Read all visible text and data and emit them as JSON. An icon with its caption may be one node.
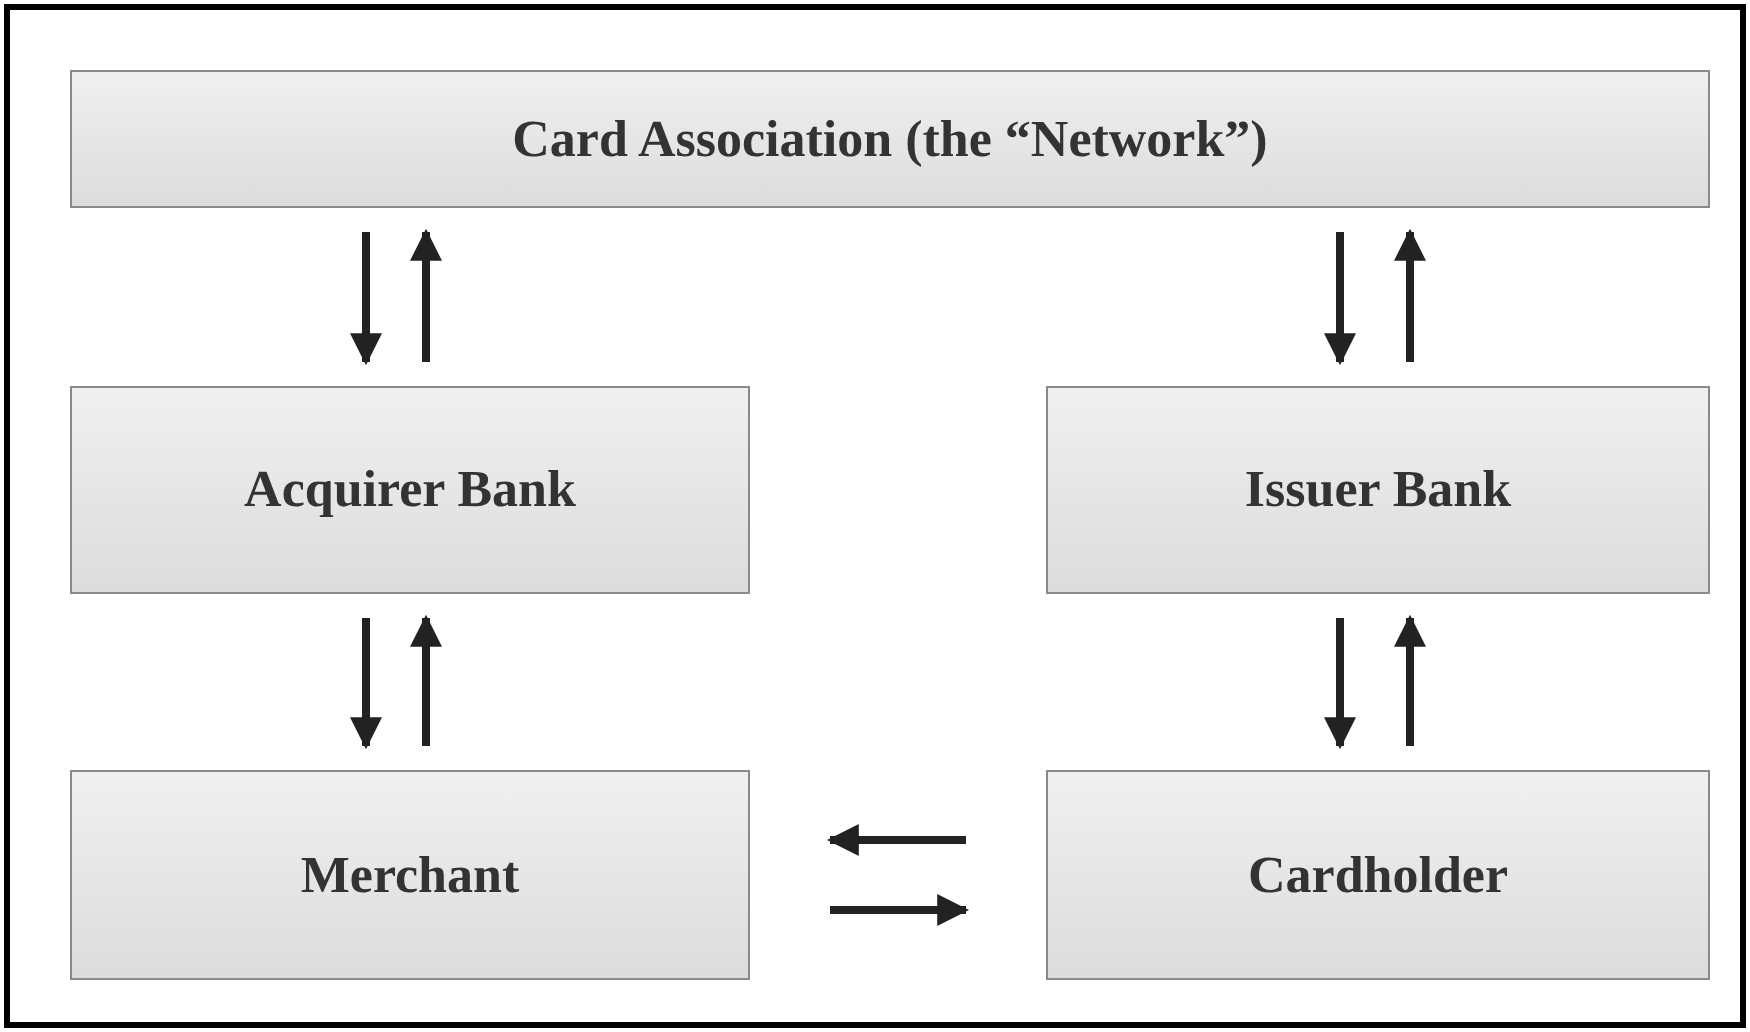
{
  "diagram": {
    "nodes": [
      {
        "text": [
          "Card Association (the “Network”)"
        ]
      },
      {
        "text": [
          "Acquirer Bank"
        ]
      },
      {
        "text": [
          "Issuer Bank"
        ]
      },
      {
        "text": [
          "Merchant"
        ]
      },
      {
        "text": [
          "Cardholder"
        ]
      }
    ],
    "edges": [
      {
        "from": 0,
        "to": 1,
        "arrow": "to"
      },
      {
        "from": 1,
        "to": 0,
        "arrow": "to"
      },
      {
        "from": 0,
        "to": 2,
        "arrow": "to"
      },
      {
        "from": 2,
        "to": 0,
        "arrow": "to"
      },
      {
        "from": 1,
        "to": 3,
        "arrow": "to"
      },
      {
        "from": 3,
        "to": 1,
        "arrow": "to"
      },
      {
        "from": 2,
        "to": 4,
        "arrow": "to"
      },
      {
        "from": 4,
        "to": 2,
        "arrow": "to"
      },
      {
        "from": 4,
        "to": 3,
        "arrow": "to"
      },
      {
        "from": 3,
        "to": 4,
        "arrow": "to"
      }
    ]
  }
}
